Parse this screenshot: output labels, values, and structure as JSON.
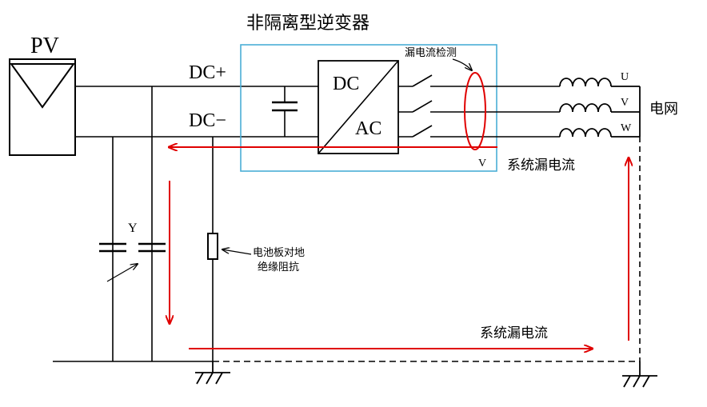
{
  "title": "非隔离型逆变器",
  "labels": {
    "pv": "PV",
    "dc_plus": "DC+",
    "dc_minus": "DC−",
    "dc": "DC",
    "ac": "AC",
    "leak_detect": "漏电流检测",
    "phase_u": "U",
    "phase_v": "V",
    "phase_w": "W",
    "grid": "电网",
    "v_sensor": "V",
    "system_leak_current_top": "系统漏电流",
    "system_leak_current_bottom": "系统漏电流",
    "y_cap": "Y",
    "insulation_line1": "电池板对地",
    "insulation_line2": "绝缘阻抗"
  },
  "colors": {
    "wire": "#000000",
    "leak_path": "#e00000",
    "inverter_box": "#4aaed6"
  }
}
